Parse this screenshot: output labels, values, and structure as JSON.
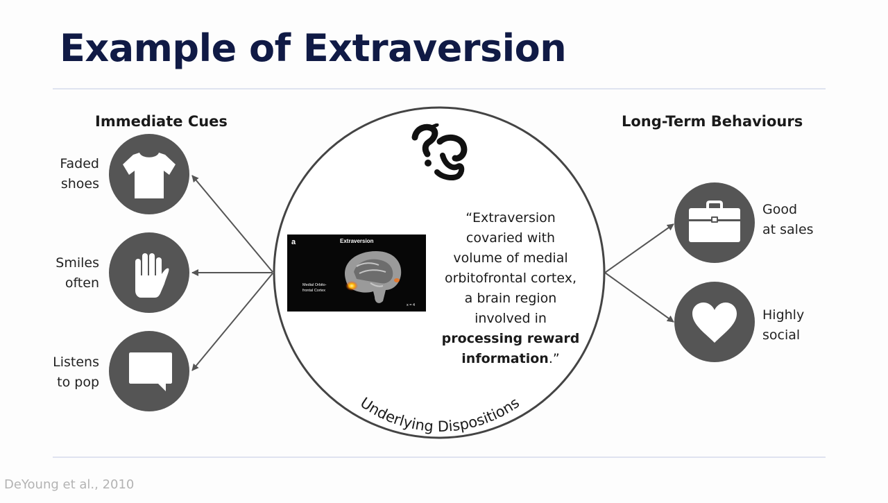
{
  "slide": {
    "title": "Example of Extraversion",
    "citation": "DeYoung et al., 2010"
  },
  "left": {
    "heading": "Immediate Cues",
    "items": [
      {
        "line1": "Faded",
        "line2": "shoes",
        "icon": "tshirt-icon"
      },
      {
        "line1": "Smiles",
        "line2": "often",
        "icon": "hand-icon"
      },
      {
        "line1": "Listens",
        "line2": "to pop",
        "icon": "speech-bubble-icon"
      }
    ]
  },
  "right": {
    "heading": "Long-Term Behaviours",
    "items": [
      {
        "line1": "Good",
        "line2": "at sales",
        "icon": "briefcase-icon"
      },
      {
        "line1": "Highly",
        "line2": "social",
        "icon": "heart-icon"
      }
    ]
  },
  "center": {
    "arc_label": "Underlying Dispositions",
    "symbol": "question-mark-icon",
    "quote": {
      "lines": [
        "“Extraversion",
        "covaried with",
        "volume of medial",
        "orbitofrontal cortex,",
        "a brain region",
        "involved in"
      ],
      "bold1": "processing reward",
      "bold2": "information",
      "end": ".”"
    },
    "figure": {
      "panel_letter": "a",
      "title": "Extraversion",
      "region_label_1": "Medial Orbito-",
      "region_label_2": "frontal Cortex",
      "coord": "x = 4"
    }
  },
  "colors": {
    "title": "#101a45",
    "icon_fill": "#555555",
    "rule": "#dfe3f0",
    "citation": "#b3b3b3"
  }
}
